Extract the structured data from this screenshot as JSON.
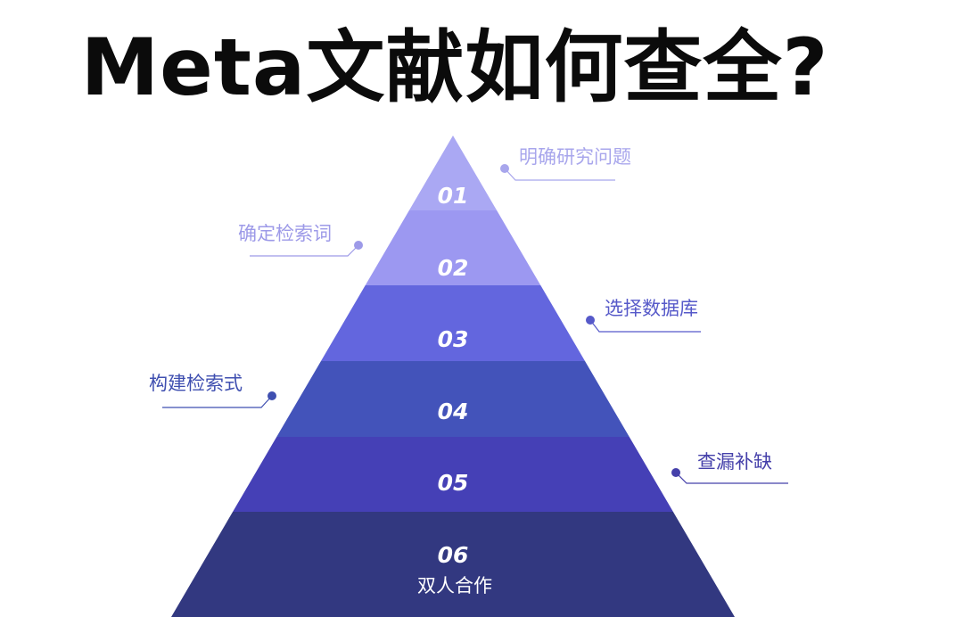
{
  "title": "Meta文献如何查全?",
  "levels": [
    {
      "number": "01",
      "label": "明确研究问题",
      "color": "#aaa8f3",
      "label_color": "#a8a6ec",
      "side": "right"
    },
    {
      "number": "02",
      "label": "确定检索词",
      "color": "#9c98f1",
      "label_color": "#9d9ae8",
      "side": "left"
    },
    {
      "number": "03",
      "label": "选择数据库",
      "color": "#6366de",
      "label_color": "#5659c9",
      "side": "right"
    },
    {
      "number": "04",
      "label": "构建检索式",
      "color": "#4353ba",
      "label_color": "#3f4fb0",
      "side": "left"
    },
    {
      "number": "05",
      "label": "查漏补缺",
      "color": "#4540b6",
      "label_color": "#4540aa",
      "side": "right"
    },
    {
      "number": "06",
      "label": "",
      "color": "#323880",
      "label_color": "#323880",
      "side": "bottom"
    }
  ],
  "bottom_note": "双人合作"
}
